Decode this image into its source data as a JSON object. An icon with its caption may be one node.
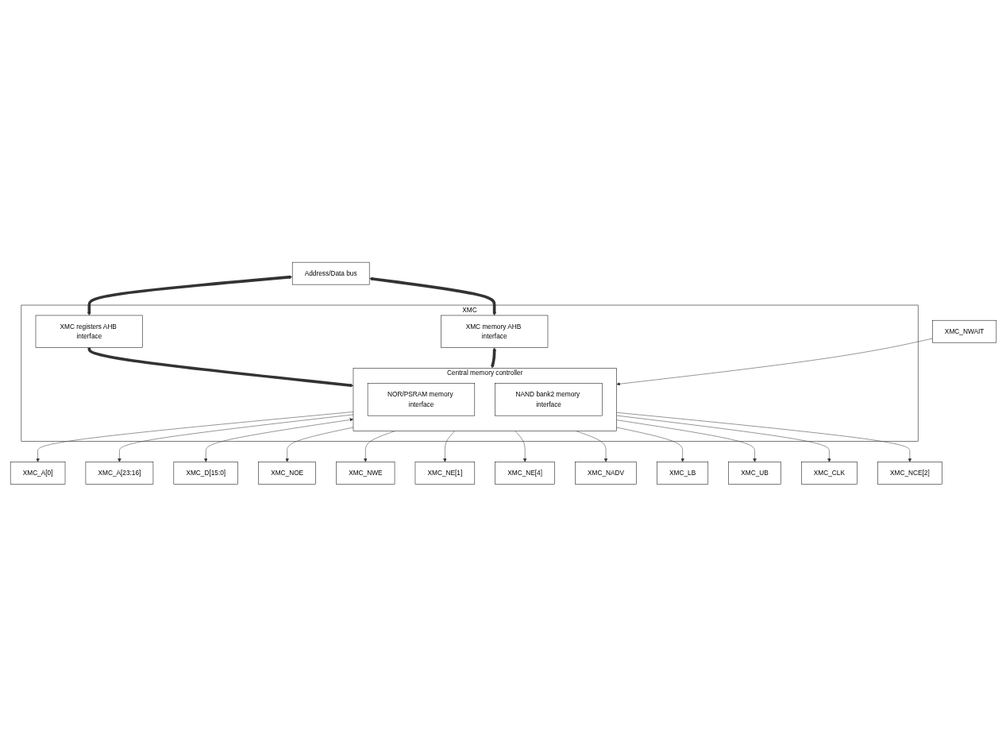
{
  "diagram": {
    "nodes": [
      {
        "text": [
          "Address/Data bus"
        ]
      },
      {
        "text": [
          "XMC"
        ]
      },
      {
        "text": [
          "XMC registers AHB interface"
        ],
        "in": 1
      },
      {
        "text": [
          "XMC memory AHB interface"
        ],
        "in": 1
      },
      {
        "text": [
          "Central memory controller"
        ],
        "in": 1
      },
      {
        "text": [
          "NOR/PSRAM memory interface"
        ],
        "in": 4
      },
      {
        "text": [
          "NAND bank2 memory interface"
        ],
        "in": 4
      },
      {
        "text": [
          "XMC_A[0]"
        ]
      },
      {
        "text": [
          "XMC_A[23:16]"
        ]
      },
      {
        "text": [
          "XMC_D[15:0]"
        ]
      },
      {
        "text": [
          "XMC_NOE"
        ]
      },
      {
        "text": [
          "XMC_NWE"
        ]
      },
      {
        "text": [
          "XMC_NWAIT"
        ]
      },
      {
        "text": [
          "XMC_NE[1]"
        ]
      },
      {
        "text": [
          "XMC_NE[4]"
        ]
      },
      {
        "text": [
          "XMC_NADV"
        ]
      },
      {
        "text": [
          "XMC_LB"
        ]
      },
      {
        "text": [
          "XMC_UB"
        ]
      },
      {
        "text": [
          "XMC_CLK"
        ]
      },
      {
        "text": [
          "XMC_NCE[2]"
        ]
      }
    ],
    "edges": [
      {
        "from": 0,
        "to": 2,
        "arrow": "both",
        "style": "thick"
      },
      {
        "from": 0,
        "to": 3,
        "arrow": "both",
        "style": "thick"
      },
      {
        "from": 2,
        "to": 4,
        "arrow": "to",
        "style": "thick"
      },
      {
        "from": 3,
        "to": 4,
        "arrow": "both",
        "style": "thick"
      },
      {
        "from": 4,
        "to": 7,
        "arrow": "to"
      },
      {
        "from": 4,
        "to": 8,
        "arrow": "to"
      },
      {
        "from": 4,
        "to": 9,
        "arrow": "both"
      },
      {
        "from": 4,
        "to": 10,
        "arrow": "to"
      },
      {
        "from": 4,
        "to": 11,
        "arrow": "to"
      },
      {
        "from": 12,
        "to": 4,
        "arrow": "to"
      },
      {
        "from": 4,
        "to": 13,
        "arrow": "to"
      },
      {
        "from": 4,
        "to": 14,
        "arrow": "to"
      },
      {
        "from": 4,
        "to": 15,
        "arrow": "to"
      },
      {
        "from": 4,
        "to": 16,
        "arrow": "to"
      },
      {
        "from": 4,
        "to": 17,
        "arrow": "to"
      },
      {
        "from": 4,
        "to": 18,
        "arrow": "to"
      },
      {
        "from": 4,
        "to": 19,
        "arrow": "to"
      }
    ]
  }
}
